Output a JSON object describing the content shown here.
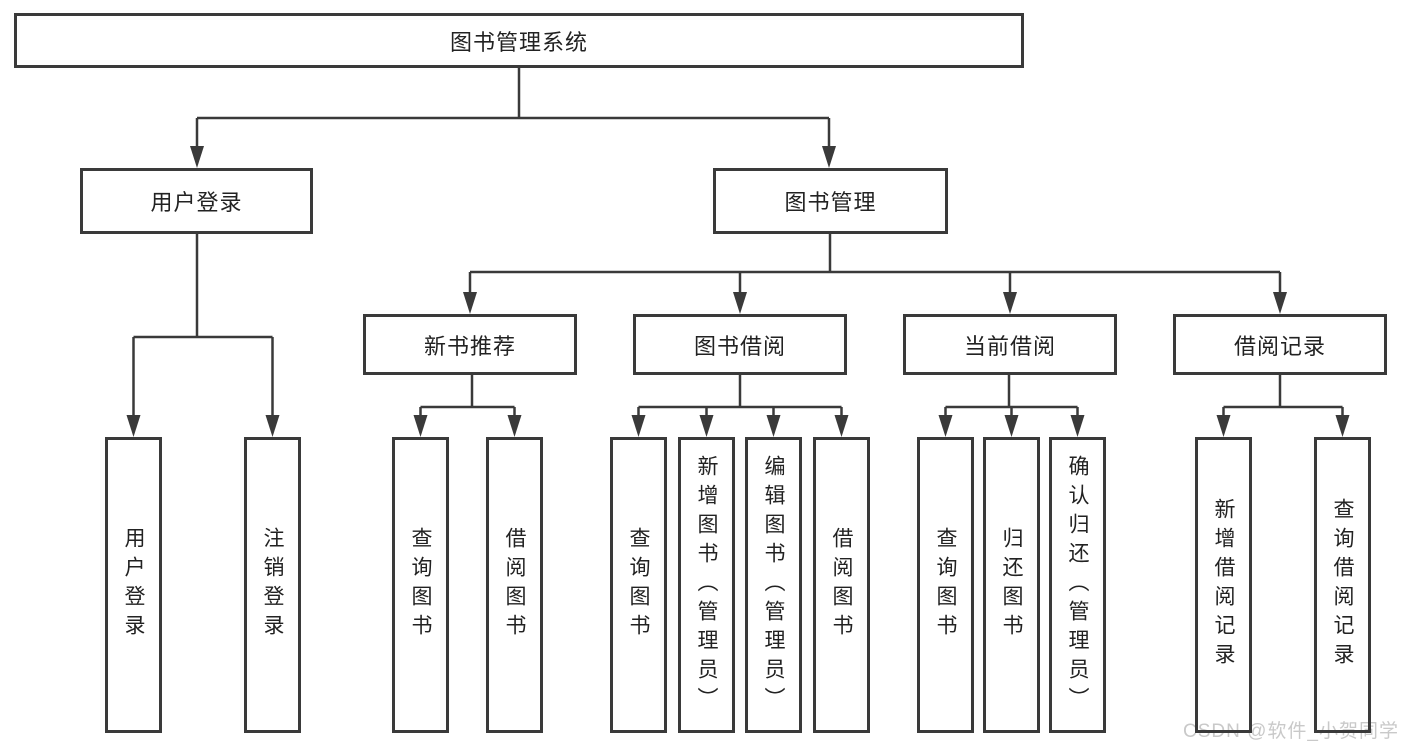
{
  "diagram": {
    "root": {
      "label": "图书管理系统"
    },
    "branches": [
      {
        "label": "用户登录",
        "children": [
          {
            "label": "用户登录"
          },
          {
            "label": "注销登录"
          }
        ]
      },
      {
        "label": "图书管理",
        "sections": [
          {
            "label": "新书推荐",
            "children": [
              {
                "label": "查询图书"
              },
              {
                "label": "借阅图书"
              }
            ]
          },
          {
            "label": "图书借阅",
            "children": [
              {
                "label": "查询图书"
              },
              {
                "label": "新增图书（管理员）"
              },
              {
                "label": "编辑图书（管理员）"
              },
              {
                "label": "借阅图书"
              }
            ]
          },
          {
            "label": "当前借阅",
            "children": [
              {
                "label": "查询图书"
              },
              {
                "label": "归还图书"
              },
              {
                "label": "确认归还（管理员）"
              }
            ]
          },
          {
            "label": "借阅记录",
            "children": [
              {
                "label": "新增借阅记录"
              },
              {
                "label": "查询借阅记录"
              }
            ]
          }
        ]
      }
    ]
  },
  "watermark": {
    "text": "CSDN @软件_小贺同学"
  },
  "colors": {
    "line": "#3a3a3a",
    "text": "#222222",
    "watermark": "#c9c9c9",
    "background": "#ffffff"
  }
}
